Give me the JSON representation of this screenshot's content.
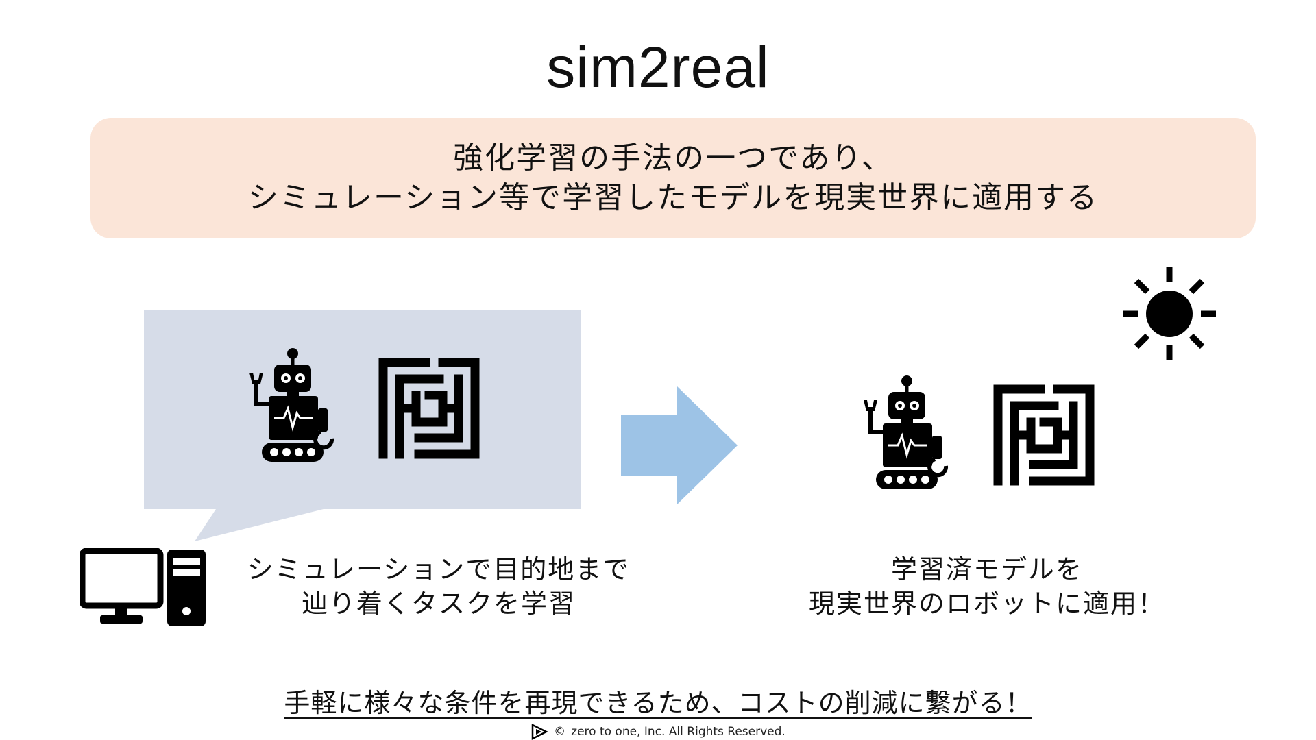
{
  "title": "sim2real",
  "summary": {
    "line1": "強化学習の手法の一つであり、",
    "line2": "シミュレーション等で学習したモデルを現実世界に適用する"
  },
  "simulation": {
    "caption_line1": "シミュレーションで目的地まで",
    "caption_line2": "辿り着くタスクを学習",
    "icons": [
      "robot-icon",
      "maze-icon",
      "computer-icon"
    ]
  },
  "real_world": {
    "caption_line1": "学習済モデルを",
    "caption_line2": "現実世界のロボットに適用！",
    "icons": [
      "robot-icon",
      "maze-icon",
      "sun-icon"
    ]
  },
  "conclusion": "手軽に様々な条件を再現できるため、コストの削減に繋がる！",
  "footer": {
    "copyright_symbol": "©",
    "text": "zero to one, Inc. All Rights Reserved."
  },
  "colors": {
    "summary_bg": "#fbe5d8",
    "bubble_bg": "#d6dce8",
    "arrow": "#9dc3e6",
    "icon": "#000000"
  }
}
